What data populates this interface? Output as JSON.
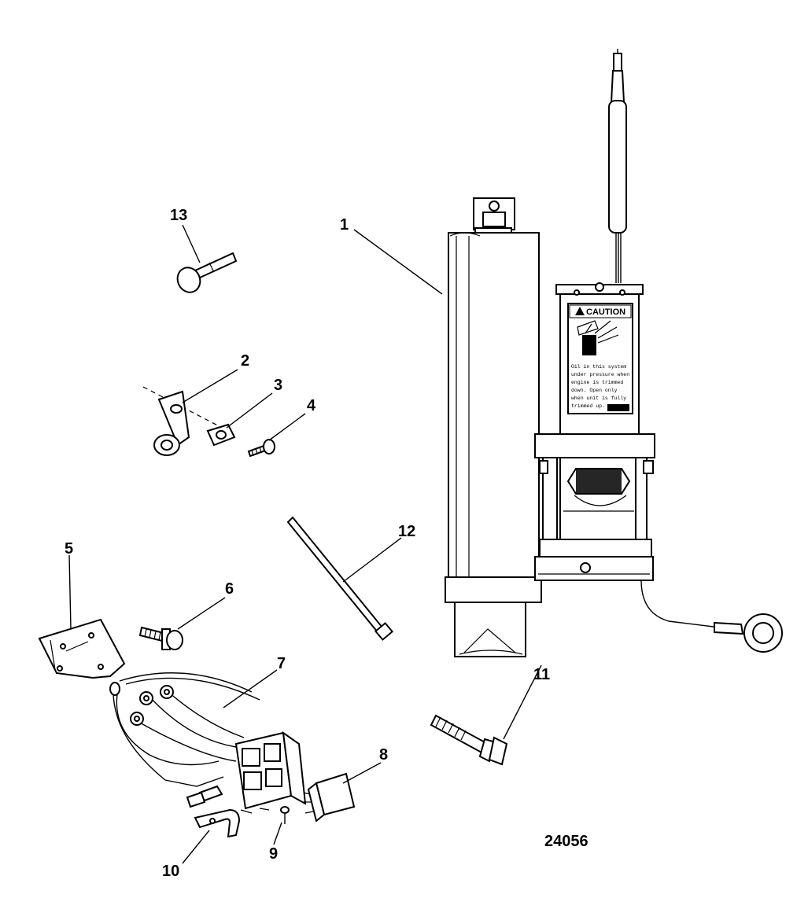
{
  "diagram": {
    "callouts": [
      {
        "id": "1",
        "label": "1"
      },
      {
        "id": "2",
        "label": "2"
      },
      {
        "id": "3",
        "label": "3"
      },
      {
        "id": "4",
        "label": "4"
      },
      {
        "id": "5",
        "label": "5"
      },
      {
        "id": "6",
        "label": "6"
      },
      {
        "id": "7",
        "label": "7"
      },
      {
        "id": "8",
        "label": "8"
      },
      {
        "id": "9",
        "label": "9"
      },
      {
        "id": "10",
        "label": "10"
      },
      {
        "id": "11",
        "label": "11"
      },
      {
        "id": "12",
        "label": "12"
      },
      {
        "id": "13",
        "label": "13"
      }
    ],
    "figure_number": "24056",
    "caution_label": {
      "heading": "CAUTION",
      "body_lines": [
        "Oil in this system",
        "under pressure when",
        "engine is trimmed",
        "down. Open only",
        "when unit is fully",
        "trimmed up."
      ]
    }
  }
}
